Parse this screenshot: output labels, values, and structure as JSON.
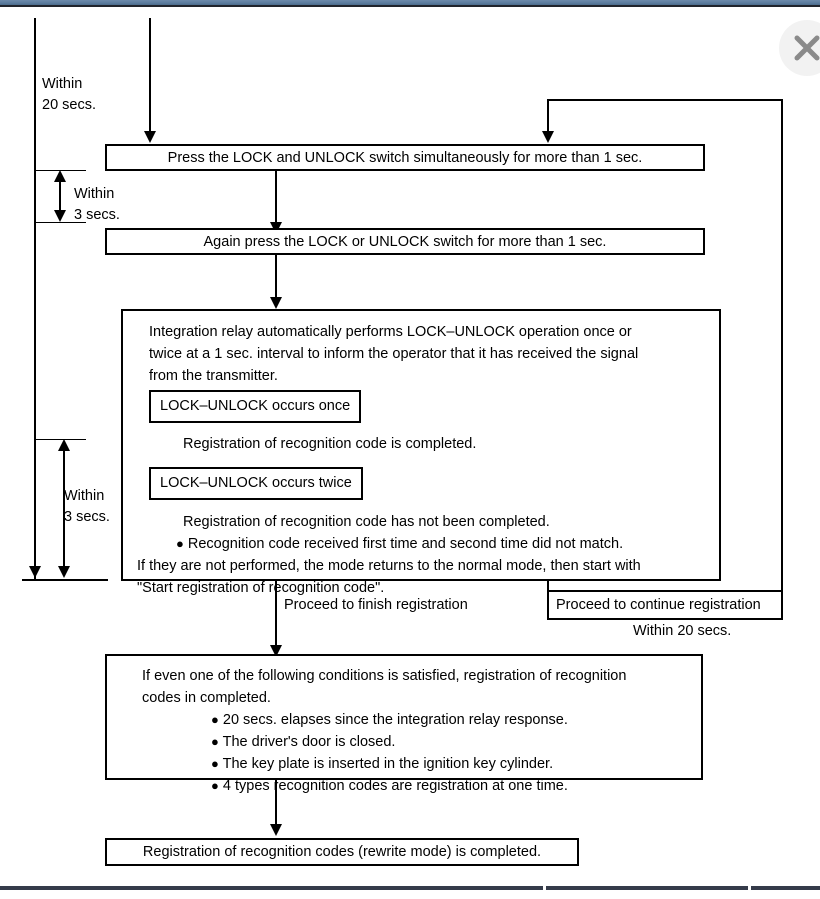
{
  "window": {
    "close_icon": "close-icon"
  },
  "diagram": {
    "rail_labels": [
      {
        "line1": "Within",
        "line2": "20 secs."
      },
      {
        "line1": "Within",
        "line2": "3 secs."
      },
      {
        "line1": "Within",
        "line2": "3 secs."
      }
    ],
    "step1": "Press the LOCK and UNLOCK switch simultaneously for more than 1 sec.",
    "step2": "Again press the LOCK or UNLOCK switch for more than 1 sec.",
    "relay_box": {
      "intro_line1": "Integration relay automatically performs LOCK–UNLOCK operation once or",
      "intro_line2": "twice at a 1 sec. interval to inform the operator that it has received the signal",
      "intro_line3": "from the transmitter.",
      "case1_label": "LOCK–UNLOCK occurs once",
      "case1_text": "Registration of recognition code is completed.",
      "case2_label": "LOCK–UNLOCK occurs twice",
      "case2_text": "Registration of recognition code has not been completed.",
      "case2_bullet": "Recognition code received first time and second time did not match.",
      "outro_line1": "If they are not performed, the mode returns to the normal mode, then start with",
      "outro_line2": "\"Start registration of recognition code\"."
    },
    "branch_finish": "Proceed to finish registration",
    "branch_continue": "Proceed to continue registration",
    "branch_continue_note": "Within 20 secs.",
    "conditions_box": {
      "intro_line1": "If even one of the following conditions is satisfied, registration of recognition",
      "intro_line2": "codes in completed.",
      "bullets": [
        "20 secs. elapses since the integration relay response.",
        "The driver's door is closed.",
        "The key plate is inserted in the ignition key cylinder.",
        "4 types recognition codes are registration at one time."
      ]
    },
    "final_box": "Registration of recognition codes (rewrite mode) is completed."
  },
  "colors": {
    "ink": "#000000",
    "topbar": "#5b7c9e",
    "bottombar": "#353b4a",
    "close_circle": "#f2f2f2",
    "close_glyph": "#8a8a8a"
  }
}
